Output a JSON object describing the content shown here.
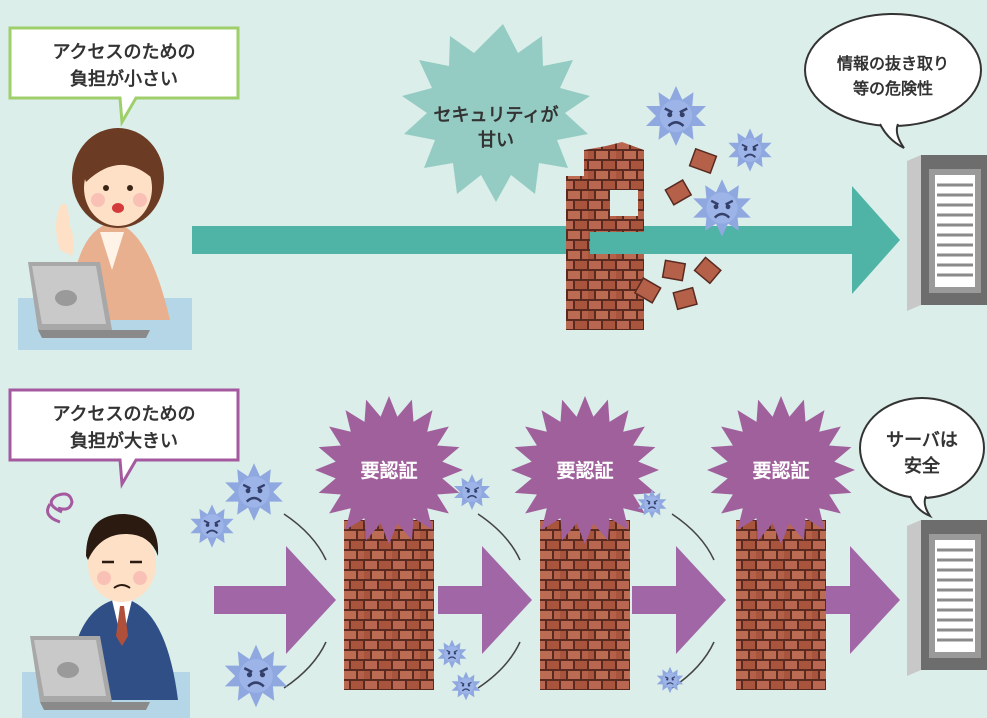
{
  "top": {
    "speech_line1": "アクセスのための",
    "speech_line2": "負担が小さい",
    "burst_line1": "セキュリティが",
    "burst_line2": "甘い",
    "cloud_line1": "情報の抜き取り",
    "cloud_line2": "等の危険性"
  },
  "bottom": {
    "speech_line1": "アクセスのための",
    "speech_line2": "負担が大きい",
    "auth_labels": [
      "要認証",
      "要認証",
      "要認証"
    ],
    "cloud_line1": "サーバは",
    "cloud_line2": "安全"
  },
  "colors": {
    "background": "#dbeeea",
    "top_arrow": "#4fb3a6",
    "bottom_arrow": "#a066a6",
    "burst_teal": "#94ccc4",
    "burst_purple": "#a0609c",
    "virus": "#8fa8e0",
    "brick": "#b5614a",
    "speech_top_border": "#9fcf6a",
    "speech_bottom_border": "#a55aa0",
    "desk": "#b4d6e6"
  },
  "icons": [
    "woman-user-icon",
    "man-user-icon",
    "laptop-icon",
    "server-icon",
    "virus-icon",
    "brick-wall-icon"
  ]
}
